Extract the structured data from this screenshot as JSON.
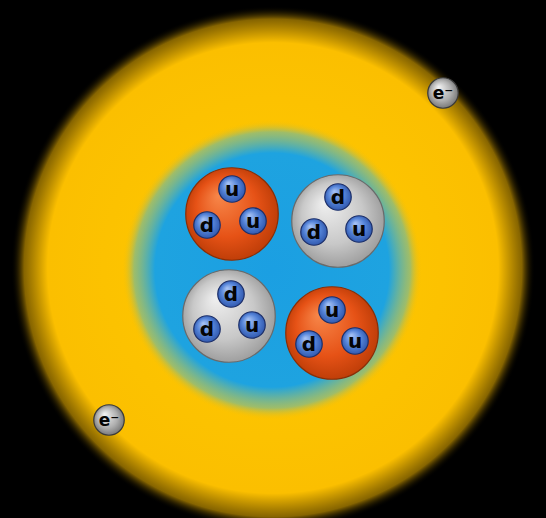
{
  "diagram": {
    "nodes": [
      {
        "text": [
          "e⁻"
        ]
      },
      {
        "text": []
      },
      {
        "text": [
          "u"
        ],
        "in": 1
      },
      {
        "text": [
          "d"
        ],
        "in": 1
      },
      {
        "text": [
          "u"
        ],
        "in": 1
      },
      {
        "text": []
      },
      {
        "text": [
          "d"
        ],
        "in": 5
      },
      {
        "text": [
          "d"
        ],
        "in": 5
      },
      {
        "text": [
          "u"
        ],
        "in": 5
      },
      {
        "text": []
      },
      {
        "text": [
          "d"
        ],
        "in": 9
      },
      {
        "text": [
          "d"
        ],
        "in": 9
      },
      {
        "text": [
          "u"
        ],
        "in": 9
      },
      {
        "text": []
      },
      {
        "text": [
          "u"
        ],
        "in": 13
      },
      {
        "text": [
          "d"
        ],
        "in": 13
      },
      {
        "text": [
          "u"
        ],
        "in": 13
      },
      {
        "text": [
          "e⁻"
        ]
      }
    ]
  }
}
